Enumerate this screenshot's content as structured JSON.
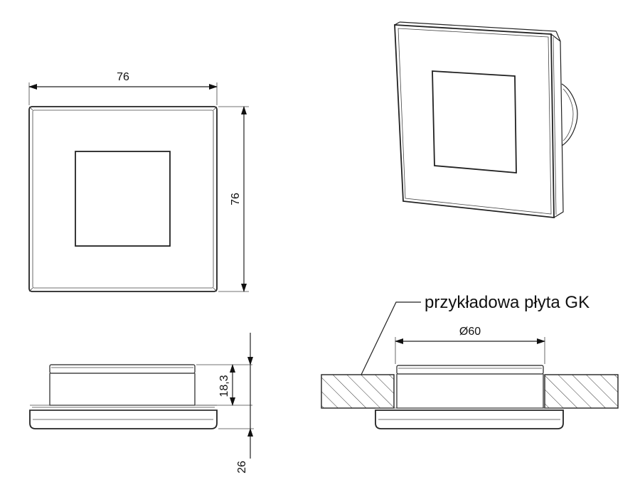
{
  "dimensions": {
    "front_width": "76",
    "front_height": "76",
    "side_body_height": "18,3",
    "side_total_height": "26",
    "diameter": "Ø60"
  },
  "callout": {
    "label": "przykładowa płyta GK"
  }
}
